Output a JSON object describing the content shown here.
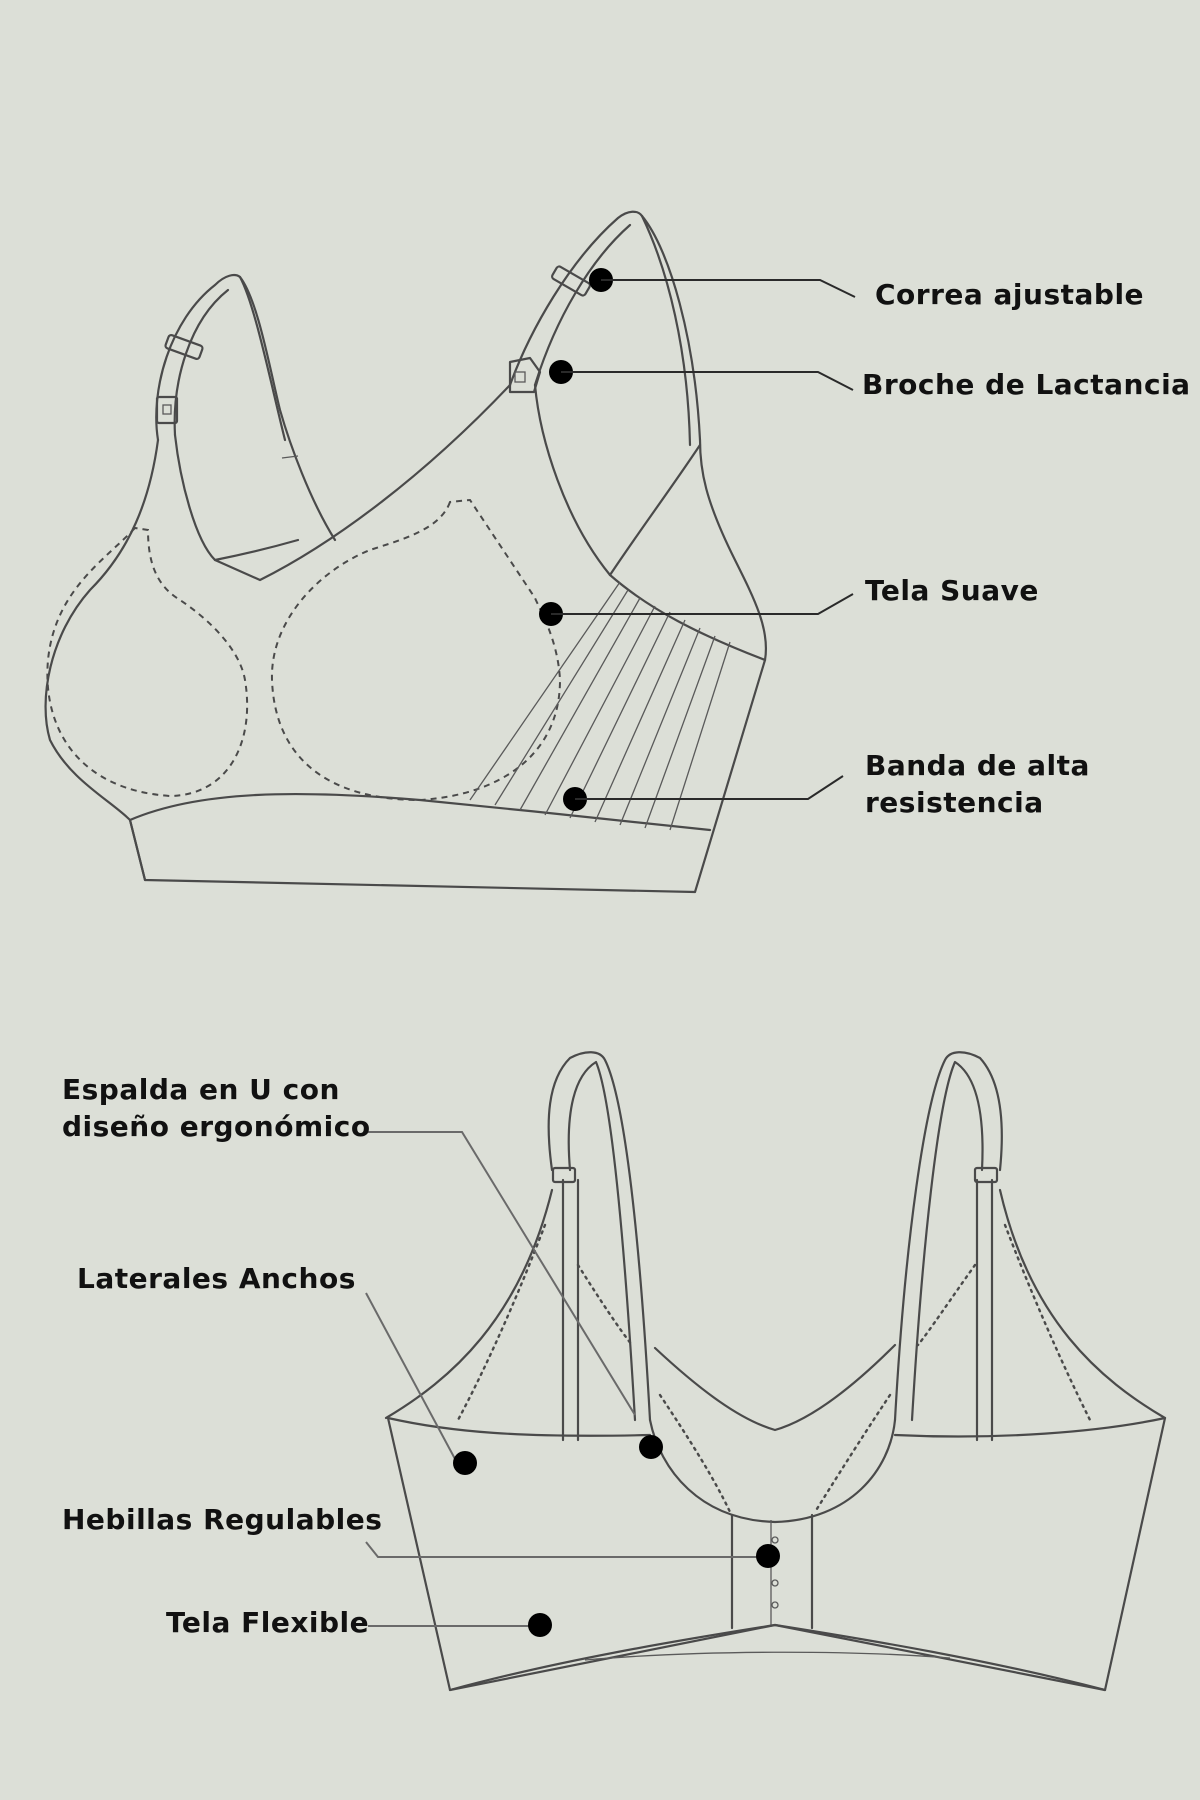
{
  "background_color": "#dcdfd7",
  "line_color": "#4a4a4a",
  "marker_color": "#000000",
  "front_view": {
    "callouts": [
      {
        "id": "correa",
        "label": "Correa ajustable"
      },
      {
        "id": "broche",
        "label": "Broche de Lactancia"
      },
      {
        "id": "tela-suave",
        "label": "Tela Suave"
      },
      {
        "id": "banda",
        "label_line1": "Banda de alta",
        "label_line2": "resistencia"
      }
    ]
  },
  "back_view": {
    "callouts": [
      {
        "id": "espalda",
        "label_line1": "Espalda en U con",
        "label_line2": "diseño ergonómico"
      },
      {
        "id": "laterales",
        "label": "Laterales Anchos"
      },
      {
        "id": "hebillas",
        "label": "Hebillas Regulables"
      },
      {
        "id": "tela-flexible",
        "label": "Tela Flexible"
      }
    ]
  }
}
